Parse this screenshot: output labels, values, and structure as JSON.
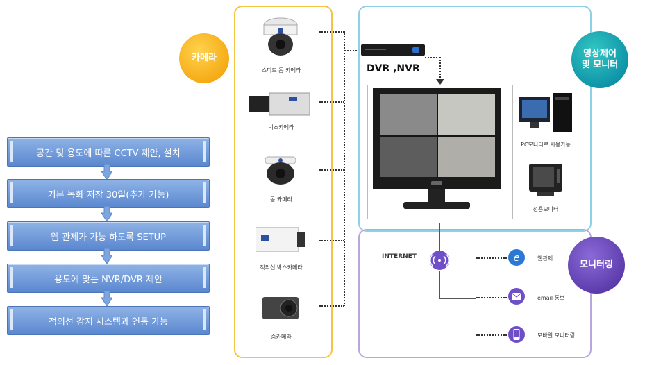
{
  "process_steps": [
    "공간 및 용도에 따른 CCTV 제안, 설치",
    "기본 녹화 저장 30일(추가 가능)",
    "웹 관제가 가능 하도록 SETUP",
    "용도에 맞는 NVR/DVR 제안",
    "적외선 감지 시스템과 연동 가능"
  ],
  "badges": {
    "camera": "카메라",
    "monitor": "영상제어\n및 모니터",
    "monitoring": "모니터링"
  },
  "cameras": [
    {
      "label": "스피드 돔 카메라"
    },
    {
      "label": "박스카메라"
    },
    {
      "label": "돔 카메라"
    },
    {
      "label": "적외선 박스카메라"
    },
    {
      "label": "줌카메라"
    }
  ],
  "recorder": {
    "label": "DVR ,NVR"
  },
  "monitors": {
    "pc": "PC모니터로 사용가능",
    "dedicated": "전용모니터"
  },
  "network": {
    "internet": "INTERNET",
    "outputs": [
      "웹관제",
      "email 통보",
      "모바일 모니터링"
    ]
  }
}
